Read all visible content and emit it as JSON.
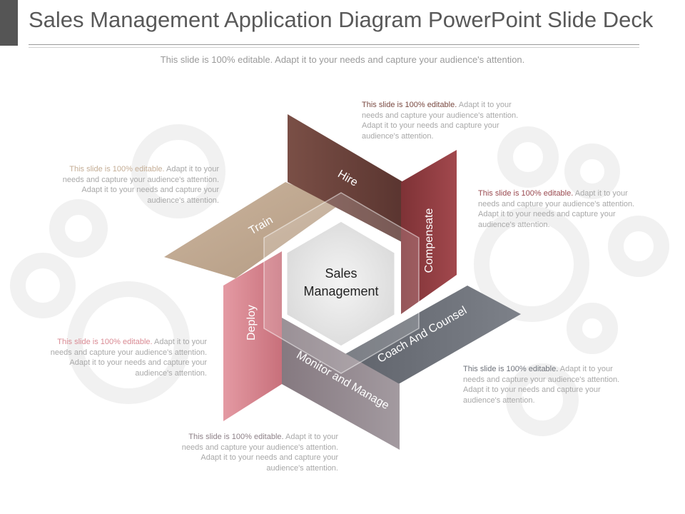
{
  "header": {
    "title": "Sales Management Application Diagram PowerPoint Slide Deck",
    "subtitle": "This slide is 100% editable. Adapt it to your needs and capture your audience's attention."
  },
  "diagram": {
    "center_label_line1": "Sales",
    "center_label_line2": "Management",
    "segments": [
      {
        "label": "Hire",
        "color": "#6b3f38"
      },
      {
        "label": "Compensate",
        "color": "#8e3a3e"
      },
      {
        "label": "Coach And Counsel",
        "color": "#6d7179"
      },
      {
        "label": "Monitor and Manage",
        "color": "#8d8087"
      },
      {
        "label": "Deploy",
        "color": "#d98a93"
      },
      {
        "label": "Train",
        "color": "#c4ad95"
      }
    ]
  },
  "notes": [
    {
      "lead": "This slide is 100% editable.",
      "body": " Adapt it to your needs and capture your audience's attention. Adapt it to your needs and capture your audience's attention.",
      "lead_color": "#7a4a42"
    },
    {
      "lead": "This slide is 100% editable.",
      "body": " Adapt it to your needs and capture your audience's attention. Adapt it to your needs and capture your audience's attention.",
      "lead_color": "#9a4a50"
    },
    {
      "lead": "This slide is 100% editable.",
      "body": " Adapt it to your needs and capture your audience's attention. Adapt it to your needs and capture your audience's attention.",
      "lead_color": "#6d7179"
    },
    {
      "lead": "This slide is 100% editable.",
      "body": " Adapt it to your needs and capture your audience's attention. Adapt it to your needs and capture your audience's attention.",
      "lead_color": "#8d8087"
    },
    {
      "lead": "This slide is 100% editable.",
      "body": " Adapt it to your needs and capture your audience's attention. Adapt it to your needs and capture your audience's attention.",
      "lead_color": "#d98a93"
    },
    {
      "lead": "This slide is 100% editable.",
      "body": " Adapt it to your needs and capture your audience's attention. Adapt it to your needs and capture your audience's attention.",
      "lead_color": "#c4ad95"
    }
  ]
}
